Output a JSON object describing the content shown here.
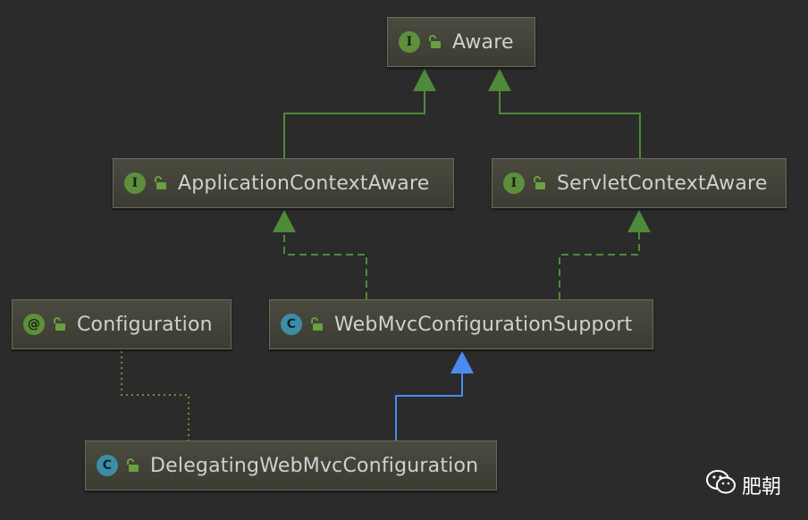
{
  "diagram": {
    "nodes": {
      "aware": {
        "kind": "interface",
        "badge": "I",
        "label": "Aware"
      },
      "application_context_aware": {
        "kind": "interface",
        "badge": "I",
        "label": "ApplicationContextAware"
      },
      "servlet_context_aware": {
        "kind": "interface",
        "badge": "I",
        "label": "ServletContextAware"
      },
      "configuration": {
        "kind": "annotation",
        "badge": "@",
        "label": "Configuration"
      },
      "web_mvc_configuration_support": {
        "kind": "class",
        "badge": "C",
        "label": "WebMvcConfigurationSupport"
      },
      "delegating_web_mvc_configuration": {
        "kind": "class",
        "badge": "C",
        "label": "DelegatingWebMvcConfiguration"
      }
    },
    "edges": [
      {
        "from": "application_context_aware",
        "to": "aware",
        "type": "extends-interface",
        "style": "solid",
        "color": "#4e8a3a"
      },
      {
        "from": "servlet_context_aware",
        "to": "aware",
        "type": "extends-interface",
        "style": "solid",
        "color": "#4e8a3a"
      },
      {
        "from": "web_mvc_configuration_support",
        "to": "application_context_aware",
        "type": "implements",
        "style": "dashed",
        "color": "#4e8a3a"
      },
      {
        "from": "web_mvc_configuration_support",
        "to": "servlet_context_aware",
        "type": "implements",
        "style": "dashed",
        "color": "#4e8a3a"
      },
      {
        "from": "delegating_web_mvc_configuration",
        "to": "web_mvc_configuration_support",
        "type": "extends-class",
        "style": "solid",
        "color": "#4a8bf0"
      },
      {
        "from": "delegating_web_mvc_configuration",
        "to": "configuration",
        "type": "annotated-by",
        "style": "dotted",
        "color": "#6f8a3a"
      }
    ],
    "colors": {
      "background": "#2b2b2b",
      "node_fill": "#45453b",
      "node_text": "#d0d0d0",
      "interface_badge": "#5d8f3d",
      "class_badge": "#3b8ea5",
      "inherit_arrow": "#4a8bf0",
      "implement_arrow": "#4e8a3a"
    },
    "icons": {
      "visibility": "open-lock-icon"
    }
  },
  "watermark": {
    "icon": "wechat-icon",
    "text": "肥朝"
  }
}
